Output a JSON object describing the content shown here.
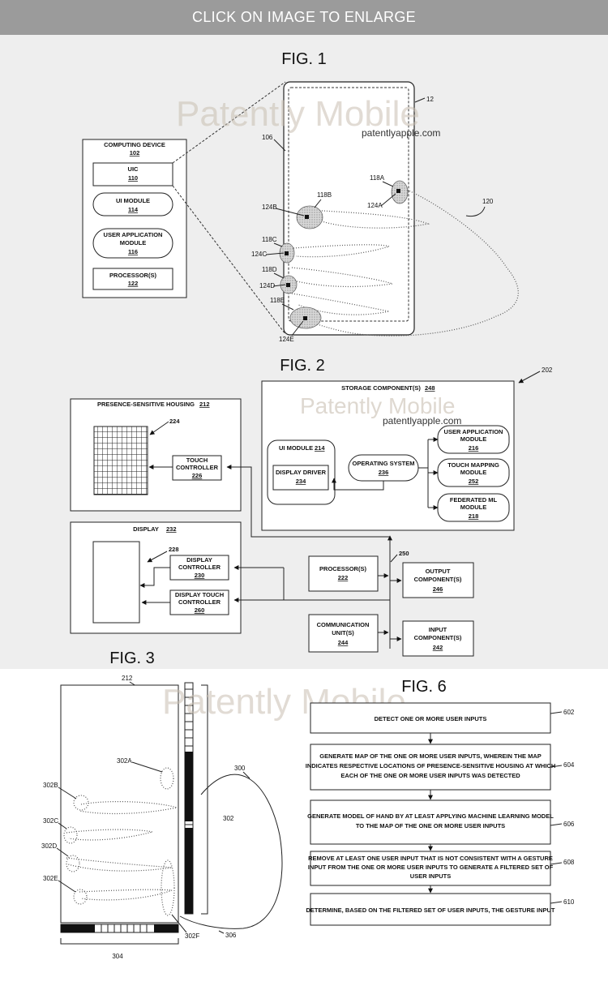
{
  "topbar": {
    "text": "CLICK ON IMAGE TO ENLARGE"
  },
  "watermark": {
    "brand": "Patently Mobile",
    "site": "patentlyapple.com"
  },
  "fig1": {
    "title": "FIG. 1",
    "computing_device": {
      "label": "COMPUTING DEVICE",
      "ref": "102"
    },
    "uic": {
      "label": "UIC",
      "ref": "110"
    },
    "ui_module": {
      "label": "UI MODULE",
      "ref": "114"
    },
    "user_app": {
      "line1": "USER APPLICATION",
      "line2": "MODULE",
      "ref": "116"
    },
    "processors": {
      "label": "PROCESSOR(S)",
      "ref": "122"
    },
    "refs": {
      "r12": "12",
      "r106": "106",
      "r120": "120",
      "r118A": "118A",
      "r124A": "124A",
      "r118B": "118B",
      "r124B": "124B",
      "r118C": "118C",
      "r124C": "124C",
      "r118D": "118D",
      "r124D": "124D",
      "r118E": "118E",
      "r124E": "124E"
    }
  },
  "fig2": {
    "title": "FIG. 2",
    "ref202": "202",
    "storage": {
      "label": "STORAGE COMPONENT(S)",
      "ref": "248"
    },
    "housing": {
      "label": "PRESENCE-SENSITIVE HOUSING",
      "ref": "212"
    },
    "ref224": "224",
    "touch_controller": {
      "line1": "TOUCH",
      "line2": "CONTROLLER",
      "ref": "226"
    },
    "ui_module": {
      "label": "UI MODULE",
      "ref": "214"
    },
    "display_driver": {
      "label": "DISPLAY DRIVER",
      "ref": "234"
    },
    "os": {
      "label": "OPERATING SYSTEM",
      "ref": "236"
    },
    "user_app": {
      "line1": "USER APPLICATION",
      "line2": "MODULE",
      "ref": "216"
    },
    "touch_mapping": {
      "line1": "TOUCH MAPPING",
      "line2": "MODULE",
      "ref": "252"
    },
    "federated": {
      "line1": "FEDERATED ML",
      "line2": "MODULE",
      "ref": "218"
    },
    "display": {
      "label": "DISPLAY",
      "ref": "232"
    },
    "ref228": "228",
    "display_controller": {
      "line1": "DISPLAY",
      "line2": "CONTROLLER",
      "ref": "230"
    },
    "display_touch": {
      "line1": "DISPLAY TOUCH",
      "line2": "CONTROLLER",
      "ref": "260"
    },
    "processor": {
      "label": "PROCESSOR(S)",
      "ref": "222"
    },
    "ref250": "250",
    "output": {
      "line1": "OUTPUT",
      "line2": "COMPONENT(S)",
      "ref": "246"
    },
    "comm": {
      "line1": "COMMUNICATION",
      "line2": "UNIT(S)",
      "ref": "244"
    },
    "input": {
      "line1": "INPUT",
      "line2": "COMPONENT(S)",
      "ref": "242"
    }
  },
  "fig3": {
    "title": "FIG. 3",
    "refs": {
      "r212": "212",
      "r300": "300",
      "r302": "302",
      "r302A": "302A",
      "r302B": "302B",
      "r302C": "302C",
      "r302D": "302D",
      "r302E": "302E",
      "r302F": "302F",
      "r304": "304",
      "r306": "306"
    }
  },
  "fig6": {
    "title": "FIG. 6",
    "steps": [
      {
        "ref": "602",
        "lines": [
          "DETECT ONE OR MORE USER INPUTS"
        ]
      },
      {
        "ref": "604",
        "lines": [
          "GENERATE MAP OF THE ONE OR MORE USER INPUTS, WHEREIN THE MAP",
          "INDICATES RESPECTIVE LOCATIONS OF PRESENCE-SENSITIVE HOUSING AT WHICH",
          "EACH OF THE ONE OR MORE USER INPUTS WAS DETECTED"
        ]
      },
      {
        "ref": "606",
        "lines": [
          "GENERATE MODEL OF HAND BY AT LEAST APPLYING MACHINE LEARNING MODEL",
          "TO THE MAP OF THE ONE OR MORE USER INPUTS"
        ]
      },
      {
        "ref": "608",
        "lines": [
          "REMOVE AT LEAST ONE USER INPUT THAT IS NOT CONSISTENT WITH A GESTURE",
          "INPUT FROM THE ONE OR MORE USER INPUTS TO GENERATE A FILTERED SET OF",
          "USER INPUTS"
        ]
      },
      {
        "ref": "610",
        "lines": [
          "DETERMINE, BASED ON THE FILTERED SET OF USER INPUTS, THE GESTURE INPUT"
        ]
      }
    ]
  }
}
